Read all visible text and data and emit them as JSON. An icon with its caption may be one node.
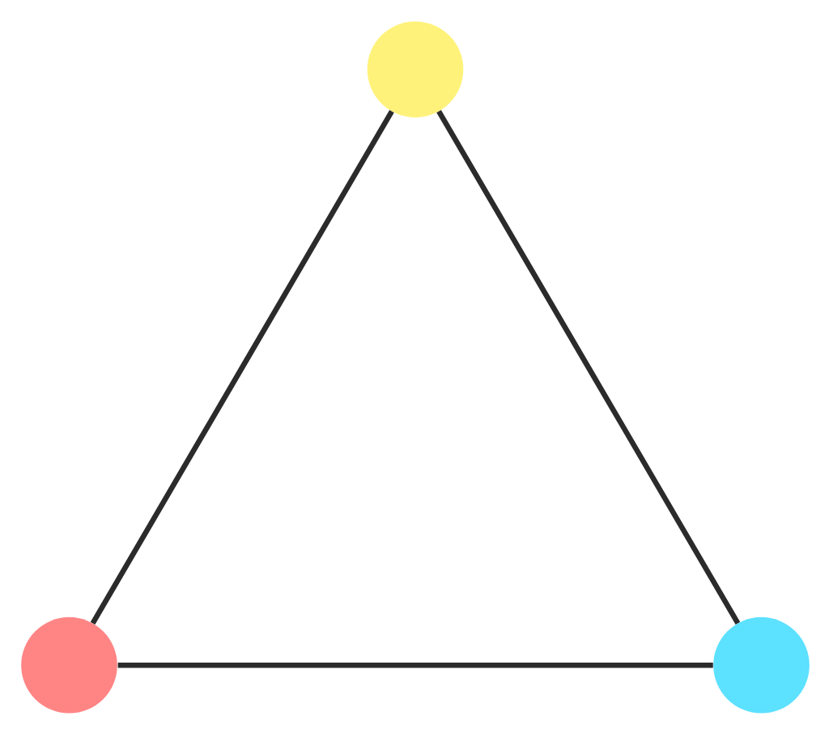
{
  "diagram": {
    "nodes": [
      {
        "text": [],
        "shape": "circle"
      },
      {
        "text": [],
        "shape": "circle"
      },
      {
        "text": [],
        "shape": "circle"
      }
    ],
    "edges": [
      {
        "from": 0,
        "to": 1,
        "arrow": "none"
      },
      {
        "from": 0,
        "to": 2,
        "arrow": "none"
      },
      {
        "from": 1,
        "to": 2,
        "arrow": "none"
      }
    ]
  }
}
